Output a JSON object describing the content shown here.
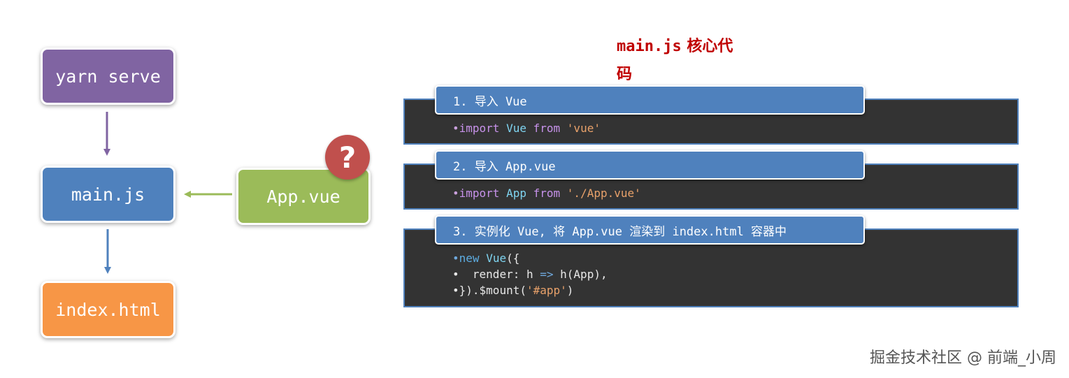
{
  "flow": {
    "yarn": "yarn serve",
    "main": "main.js",
    "index": "index.html",
    "app": "App.vue",
    "question": "?"
  },
  "title": {
    "file": "main.js",
    "text_line1": "核心代",
    "text_line2": "码"
  },
  "steps": [
    {
      "header": "1. 导入 Vue",
      "code": [
        {
          "bullet": "•",
          "parts": {
            "a": "import",
            "b": "Vue",
            "c": "from",
            "d": "'vue'"
          }
        }
      ]
    },
    {
      "header": "2. 导入 App.vue",
      "code": [
        {
          "bullet": "•",
          "parts": {
            "a": "import",
            "b": "App",
            "c": "from",
            "d": "'./App.vue'"
          }
        }
      ]
    },
    {
      "header": "3. 实例化 Vue, 将 App.vue 渲染到 index.html 容器中",
      "code": [
        {
          "bullet": "•",
          "parts": {
            "a": "new",
            "b": "Vue",
            "c": "({"
          }
        },
        {
          "bullet": "•",
          "parts": {
            "a": "  render: ",
            "b": "h",
            "c": "=>",
            "d": "h(App),"
          }
        },
        {
          "bullet": "•",
          "parts": {
            "a": "}).$mount(",
            "b": "'#app'",
            "c": ")"
          }
        }
      ]
    }
  ],
  "watermark": "掘金技术社区 @ 前端_小周",
  "colors": {
    "purple": "#8064a2",
    "blue": "#4f81bd",
    "orange": "#f79646",
    "green": "#9bbb59",
    "red": "#c0504d",
    "title_red": "#c00000",
    "code_bg": "#333333"
  }
}
